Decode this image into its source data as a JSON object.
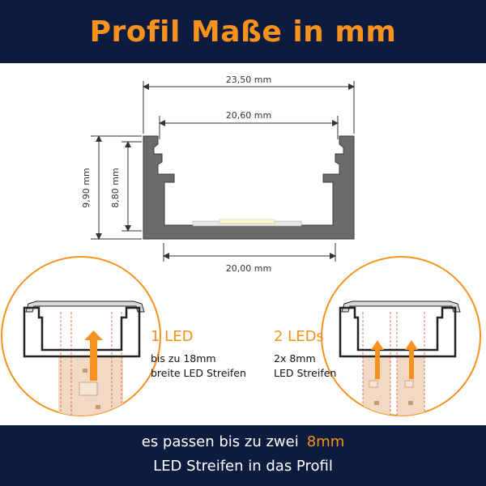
{
  "header": {
    "title": "Profil Maße in mm"
  },
  "dimensions": {
    "outer_width": "23,50 mm",
    "inner_width": "20,60 mm",
    "bottom_width": "20,00 mm",
    "total_height": "9,90 mm",
    "inner_height": "8,80 mm"
  },
  "options": {
    "one": {
      "title": "1 LED",
      "line1": "bis zu 18mm",
      "line2": "breite LED Streifen"
    },
    "two": {
      "title": "2 LEDs",
      "line1": "2x 8mm",
      "line2": "LED Streifen"
    }
  },
  "footer": {
    "line1": "es passen bis zu zwei",
    "accent": "8mm",
    "line2": "LED Streifen in das Profil"
  },
  "colors": {
    "navy": "#0d1b3e",
    "orange": "#f7921e",
    "profile": "#6b6b6b"
  }
}
